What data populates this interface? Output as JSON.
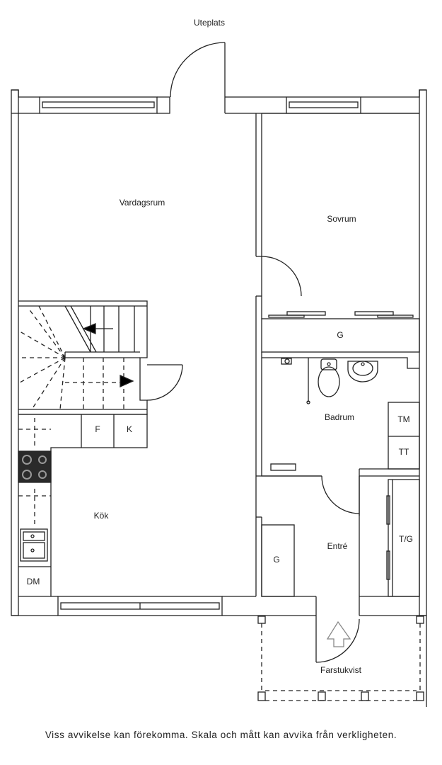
{
  "labels": {
    "uteplats": "Uteplats",
    "vardagsrum": "Vardagsrum",
    "sovrum": "Sovrum",
    "g_bedroom": "G",
    "badrum": "Badrum",
    "tm": "TM",
    "tt": "TT",
    "f": "F",
    "k": "K",
    "kok": "Kök",
    "dm": "DM",
    "g_entre": "G",
    "entre": "Entré",
    "tg": "T/G",
    "farstukvist": "Farstukvist"
  },
  "disclaimer": "Viss avvikelse kan förekomma. Skala och mått kan avvika från verkligheten."
}
